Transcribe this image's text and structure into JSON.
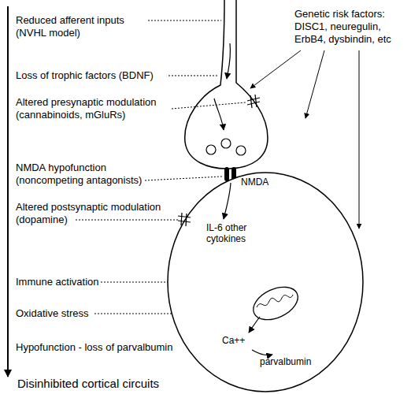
{
  "diagram": {
    "nodes": [
      {
        "text": [
          "NMDA",
          "IL-6 other cytokines",
          "Ca++",
          "parvalbumin"
        ]
      }
    ],
    "labels": [
      "Reduced afferent inputs (NVHL model)",
      "Loss of trophic factors (BDNF)",
      "Altered presynaptic modulation (cannabinoids, mGluRs)",
      "NMDA hypofunction (noncompeting antagonists)",
      "Altered postsynaptic modulation (dopamine)",
      "Immune activation",
      "Oxidative stress",
      "Hypofunction - loss of parvalbumin",
      "Disinhibited cortical circuits",
      "Genetic risk factors: DISC1, neuregulin, ErbB4, dysbindin, etc"
    ]
  }
}
